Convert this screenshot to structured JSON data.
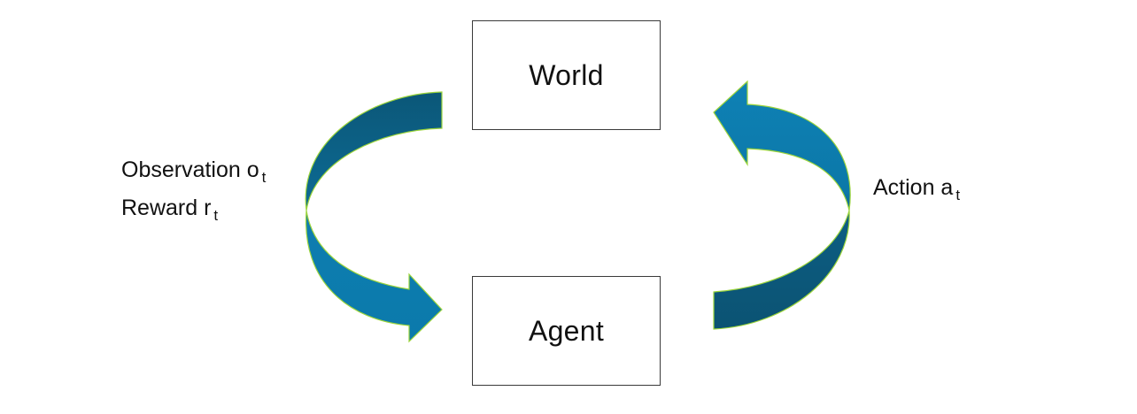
{
  "nodes": {
    "world": "World",
    "agent": "Agent"
  },
  "edges": {
    "observation": {
      "text": "Observation o",
      "subscript": "t"
    },
    "reward": {
      "text": "Reward r",
      "subscript": "t"
    },
    "action": {
      "text": "Action a",
      "subscript": "t"
    }
  },
  "colors": {
    "arrow_light": "#0e7dae",
    "arrow_dark": "#0d5575",
    "arrow_outline": "#9bd43a",
    "box_border": "#3a3a3a"
  }
}
